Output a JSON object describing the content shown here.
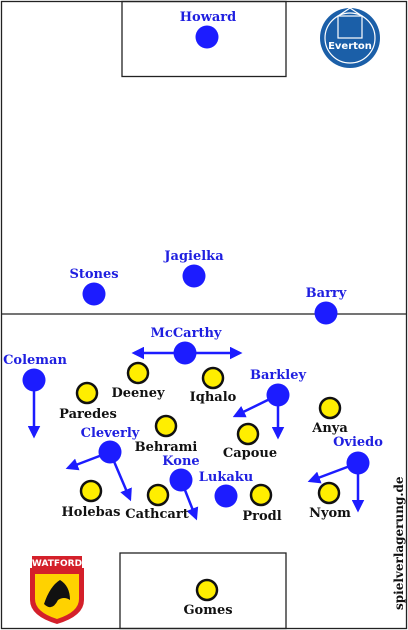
{
  "colors": {
    "blue_team": "#1c1cff",
    "yellow_team": "#ffee00",
    "line": "#222222",
    "label_blue": "#1f1fe0",
    "everton_badge": "#1b5fa8",
    "watford_red": "#d4202a",
    "watford_yellow": "#ffd200"
  },
  "teams": {
    "blue": {
      "badge_text": "Everton",
      "players": [
        {
          "name": "Howard"
        },
        {
          "name": "Stones"
        },
        {
          "name": "Jagielka"
        },
        {
          "name": "Barry"
        },
        {
          "name": "McCarthy"
        },
        {
          "name": "Coleman"
        },
        {
          "name": "Barkley"
        },
        {
          "name": "Cleverly"
        },
        {
          "name": "Oviedo"
        },
        {
          "name": "Kone"
        },
        {
          "name": "Lukaku"
        }
      ]
    },
    "yellow": {
      "badge_text": "WATFORD",
      "players": [
        {
          "name": "Deeney"
        },
        {
          "name": "Iqhalo"
        },
        {
          "name": "Paredes"
        },
        {
          "name": "Anya"
        },
        {
          "name": "Behrami"
        },
        {
          "name": "Capoue"
        },
        {
          "name": "Holebas"
        },
        {
          "name": "Cathcart"
        },
        {
          "name": "Prodl"
        },
        {
          "name": "Nyom"
        },
        {
          "name": "Gomes"
        }
      ]
    }
  },
  "watermark": "spielverlagerung.de"
}
